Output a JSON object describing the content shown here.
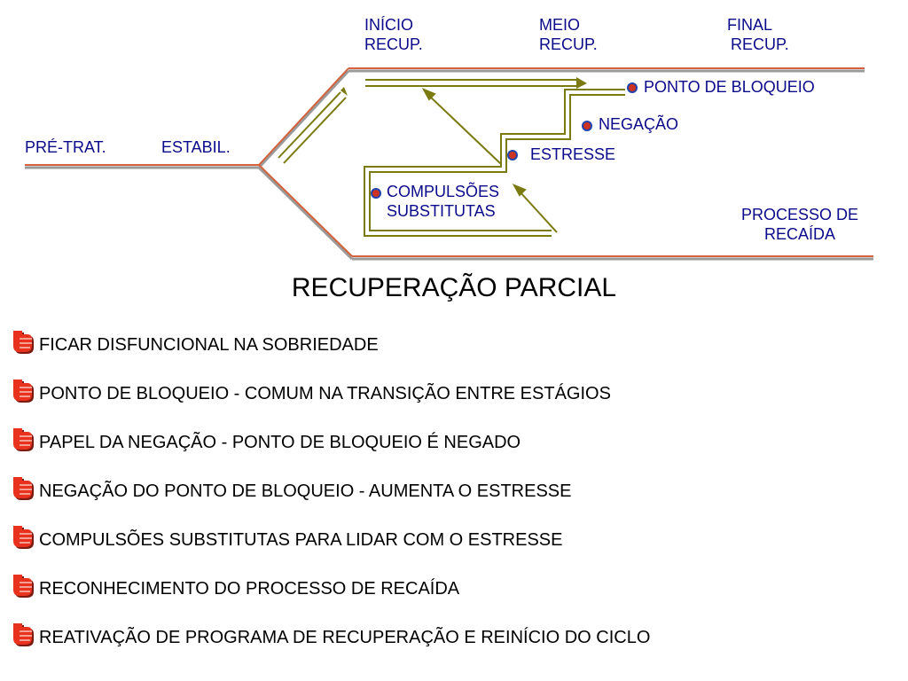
{
  "diagram": {
    "top_labels": {
      "inicio": [
        "INÍCIO",
        "RECUP."
      ],
      "meio": [
        "MEIO",
        "RECUP."
      ],
      "final": [
        "FINAL",
        "RECUP."
      ]
    },
    "pre_trat": "PRÉ-TRAT.",
    "estabil": "ESTABIL.",
    "ponto_bloqueio": "PONTO DE BLOQUEIO",
    "negacao": "NEGAÇÃO",
    "estresse": "ESTRESSE",
    "compulsoes": [
      "COMPULSÕES",
      "SUBSTITUTAS"
    ],
    "processo": [
      "PROCESSO DE",
      "RECAÍDA"
    ]
  },
  "title": "RECUPERAÇÃO PARCIAL",
  "bullets": [
    "FICAR  DISFUNCIONAL  NA  SOBRIEDADE",
    "PONTO  DE  BLOQUEIO   -   COMUM   NA  TRANSIÇÃO  ENTRE ESTÁGIOS",
    "PAPEL  DA  NEGAÇÃO   -   PONTO  DE  BLOQUEIO  É  NEGADO",
    "NEGAÇÃO  DO  PONTO  DE  BLOQUEIO  -  AUMENTA  O  ESTRESSE",
    "COMPULSÕES  SUBSTITUTAS  PARA  LIDAR  COM  O  ESTRESSE",
    "RECONHECIMENTO  DO  PROCESSO  DE  RECAÍDA",
    "REATIVAÇÃO  DE  PROGRAMA  DE  RECUPERAÇÃO  E  REINÍCIO  DO  CICLO"
  ],
  "colors": {
    "track": "#d4623c",
    "track_shadow": "#9a9a9a",
    "olive": "#7a7a10",
    "label": "#0a0a8a",
    "bullet_red": "#e8321e"
  },
  "icons": {
    "bullet": "hand-pointer-icon",
    "dot": "bullet-dot-icon"
  }
}
